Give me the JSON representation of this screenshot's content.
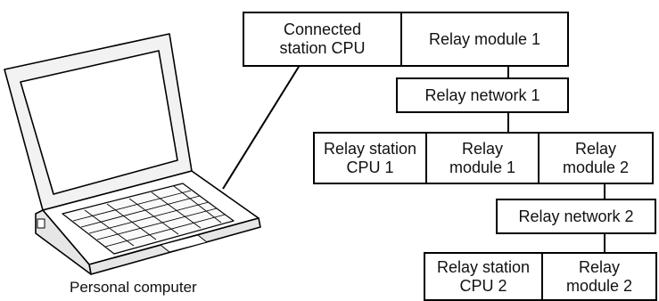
{
  "top_row": {
    "connected_cpu": "Connected\nstation CPU",
    "relay_module": "Relay module 1"
  },
  "relay_network_1": "Relay network 1",
  "row_2": {
    "station_cpu": "Relay station\nCPU 1",
    "module_1": "Relay\nmodule 1",
    "module_2": "Relay\nmodule 2"
  },
  "relay_network_2": "Relay network 2",
  "row_3": {
    "station_cpu": "Relay station\nCPU 2",
    "module_2": "Relay\nmodule 2"
  },
  "pc_label": "Personal computer"
}
